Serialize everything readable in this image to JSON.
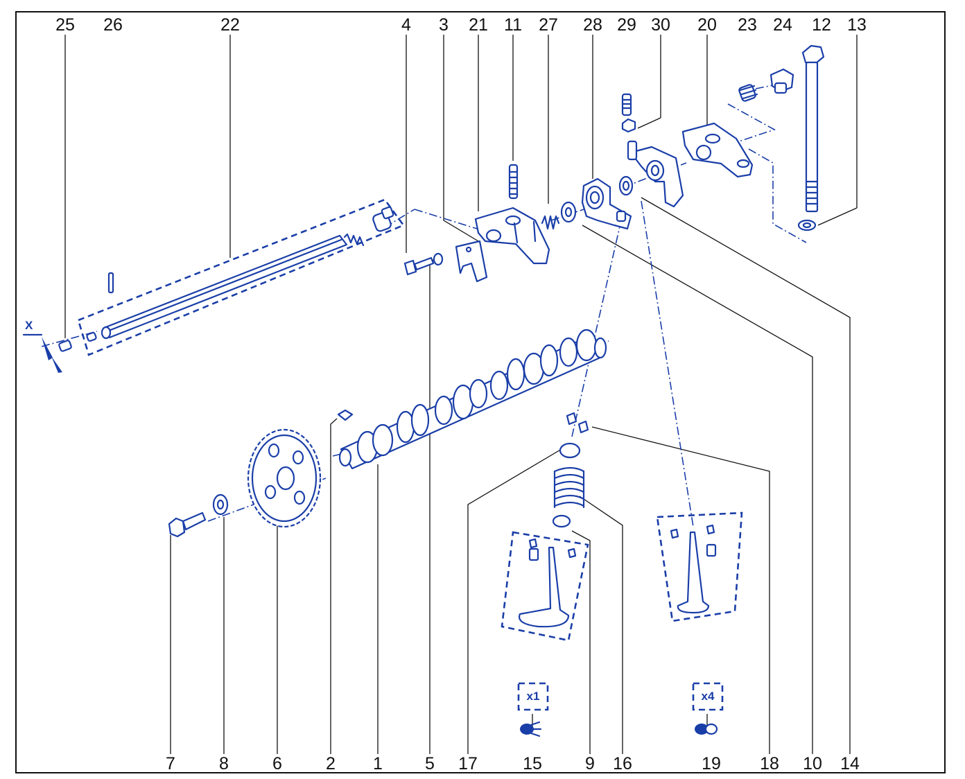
{
  "diagram": {
    "top_labels": [
      "25",
      "26",
      "22",
      "4",
      "3",
      "21",
      "11",
      "27",
      "28",
      "29",
      "30",
      "20",
      "23",
      "24",
      "12",
      "13"
    ],
    "bottom_labels": [
      "7",
      "8",
      "6",
      "2",
      "1",
      "5",
      "17",
      "15",
      "9",
      "16",
      "19",
      "18",
      "10",
      "14"
    ],
    "section_marker": "X",
    "kit_intake": {
      "quantity": "x1",
      "symbol": "intake-valve-symbol-icon"
    },
    "kit_exhaust": {
      "quantity": "x4",
      "symbol": "exhaust-valve-symbol-icon"
    },
    "colors": {
      "line_art": "#1a3ea8",
      "labels": "#111111",
      "background": "#ffffff"
    }
  }
}
